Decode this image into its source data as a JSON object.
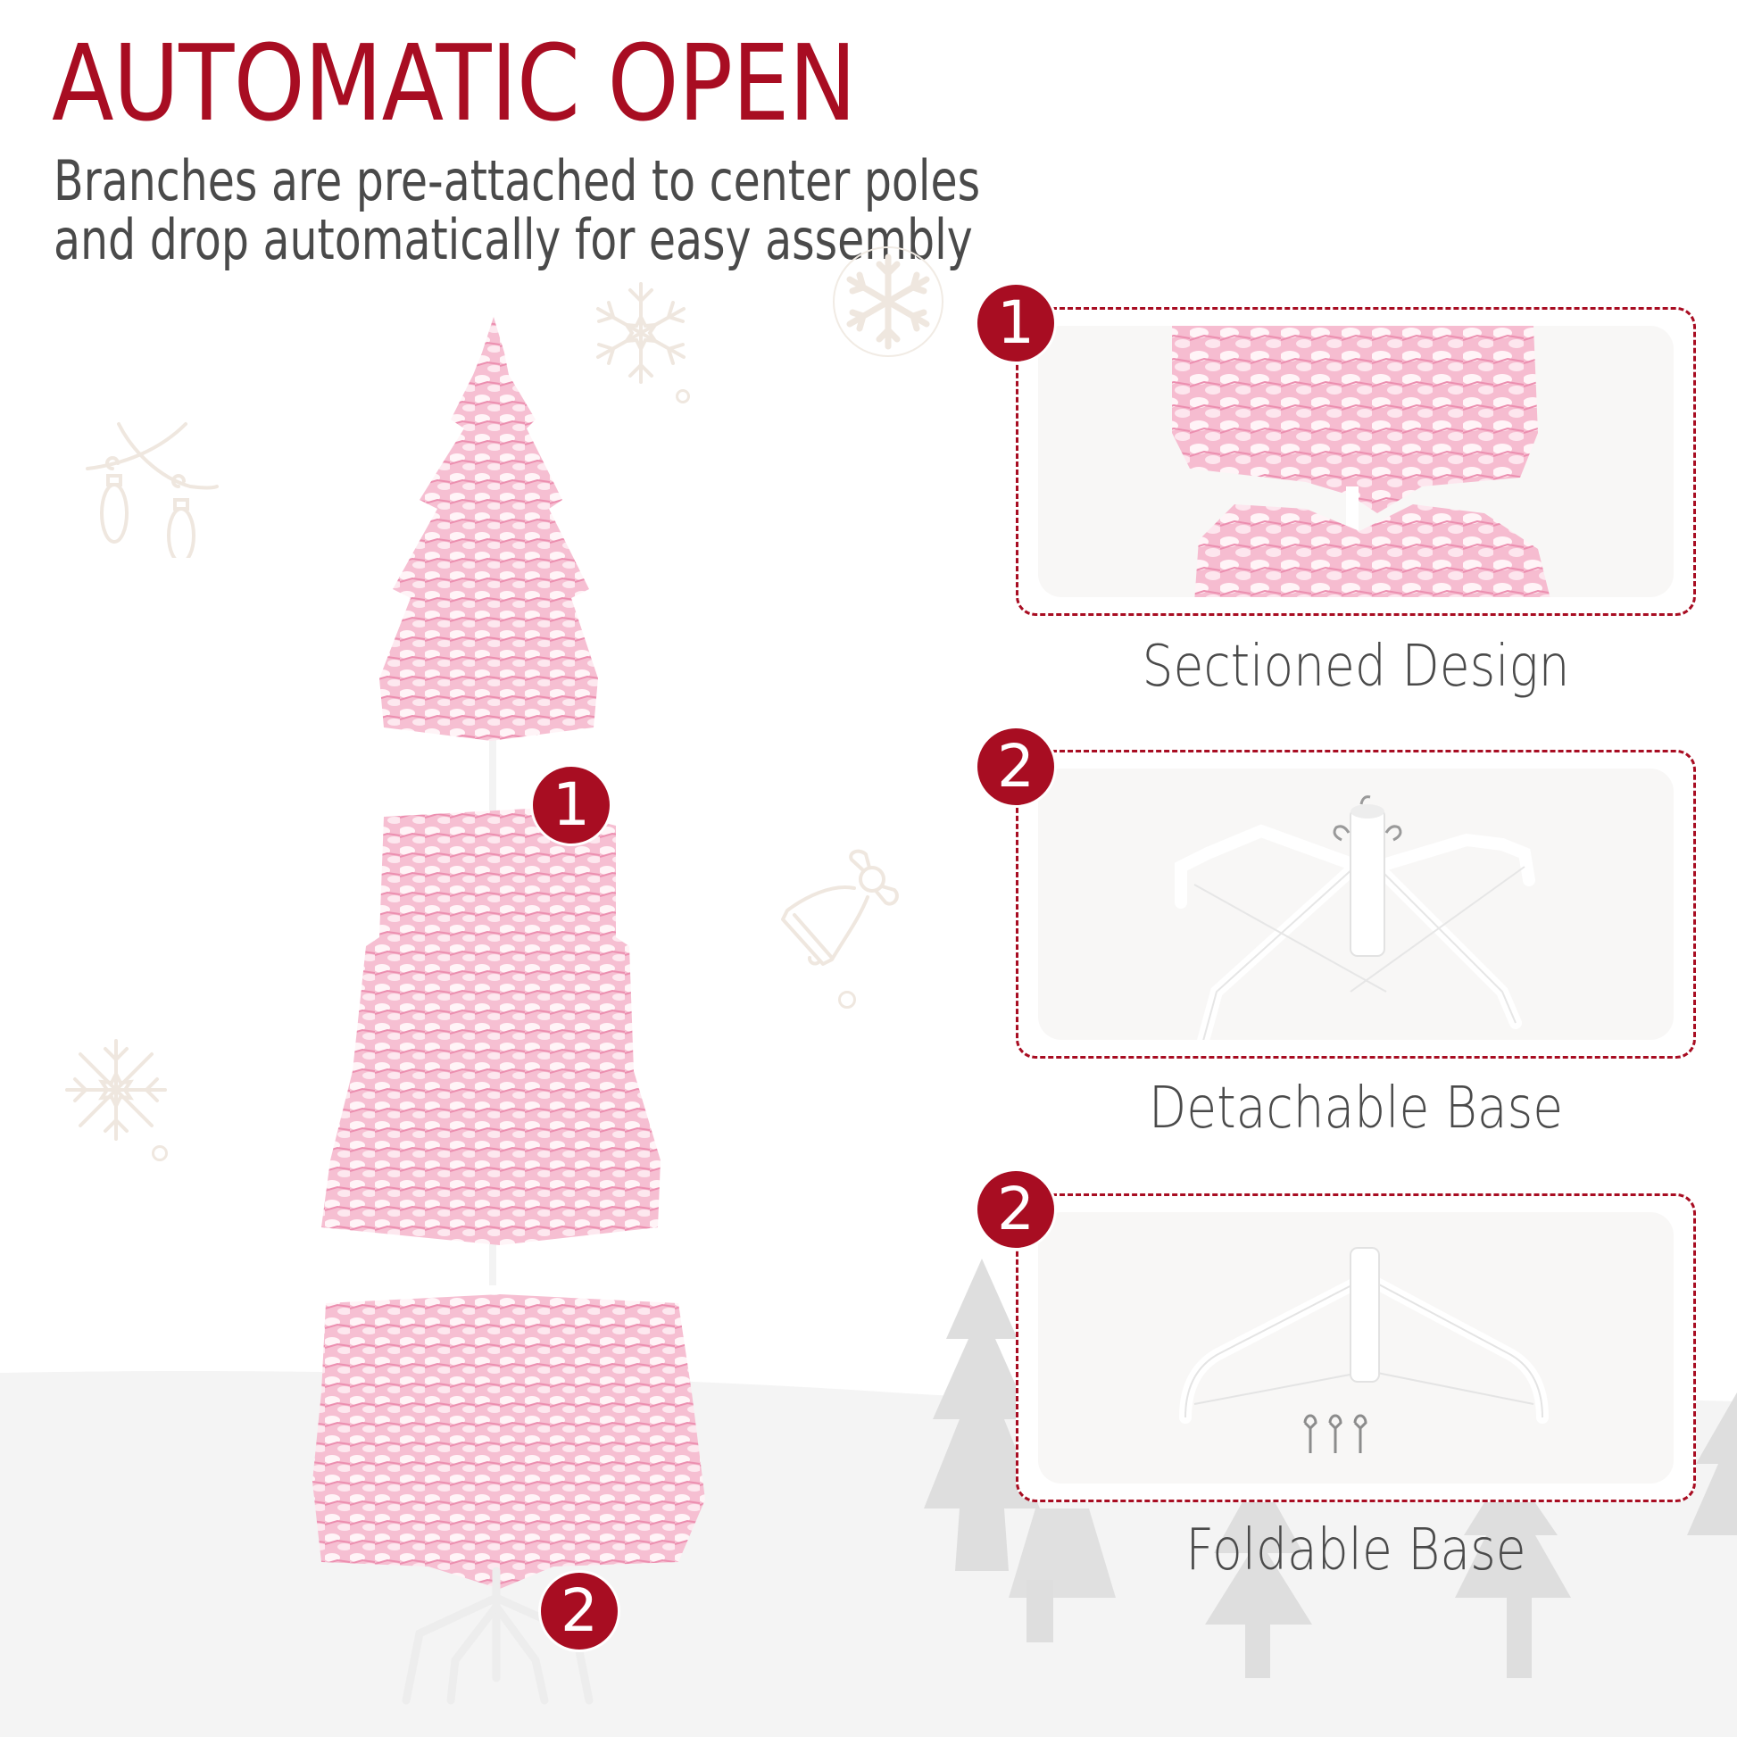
{
  "header": {
    "title": "AUTOMATIC OPEN",
    "subtitle_lines": [
      "Branches are pre-attached to center poles",
      "and drop automatically for easy assembly"
    ]
  },
  "tree_callouts": [
    {
      "number": "1"
    },
    {
      "number": "2"
    }
  ],
  "features": [
    {
      "number": "1",
      "caption": "Sectioned Design",
      "image": "tree-sections-detail"
    },
    {
      "number": "2",
      "caption": "Detachable Base",
      "image": "four-leg-stand"
    },
    {
      "number": "2",
      "caption": "Foldable Base",
      "image": "folded-stand-with-screws"
    }
  ],
  "decorations": [
    "snowflake-icon",
    "ornament-snowflake-icon",
    "string-lights-icon",
    "bell-icon",
    "snowflake-icon",
    "pine-tree-silhouettes"
  ],
  "colors": {
    "accent": "#A80D22",
    "text": "#4A4A4A",
    "tree_pink": "#F4B8CC",
    "tree_snow": "#FFF5F8",
    "decor": "#EFE7DF",
    "ground": "#F4F4F4",
    "silhouette": "#DADADA"
  }
}
